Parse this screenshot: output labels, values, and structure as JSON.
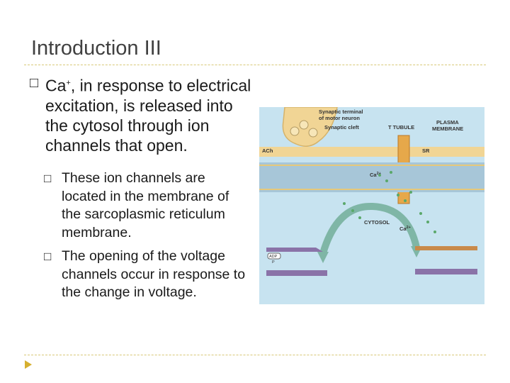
{
  "slide": {
    "title": "Introduction III",
    "bullet_main": {
      "marker": "□",
      "prefix": "Ca",
      "superscript": "+",
      "rest": ", in response to electrical excitation, is released into the cytosol through ion channels that open."
    },
    "sub_bullets": [
      {
        "marker": "□",
        "text": "These ion channels are located in the membrane of the sarcoplasmic reticulum membrane."
      },
      {
        "marker": "□",
        "text": "The opening of the voltage channels occur in response to the change in voltage."
      }
    ]
  },
  "figure": {
    "labels": {
      "synaptic_terminal": "Synaptic terminal",
      "of_motor_neuron": "of motor neuron",
      "synaptic_cleft": "Synaptic cleft",
      "t_tubule": "T TUBULE",
      "plasma": "PLASMA",
      "membrane": "MEMBRANE",
      "ach": "ACh",
      "sr": "SR",
      "ca_top": "Ca",
      "cytosol": "CYTOSOL",
      "ca_bottom": "Ca",
      "charge": "2+",
      "adp": "ADP",
      "pi": "P"
    },
    "colors": {
      "background": "#c7e3f0",
      "terminal": "#f1d595",
      "cell_band": "#a7c6d8",
      "membrane_line": "#e6c87a",
      "arrow": "#7fb6a6",
      "calcium_dots": "#5aa86a",
      "myosin": "#8a73a8",
      "actin": "#c98a4a"
    }
  }
}
